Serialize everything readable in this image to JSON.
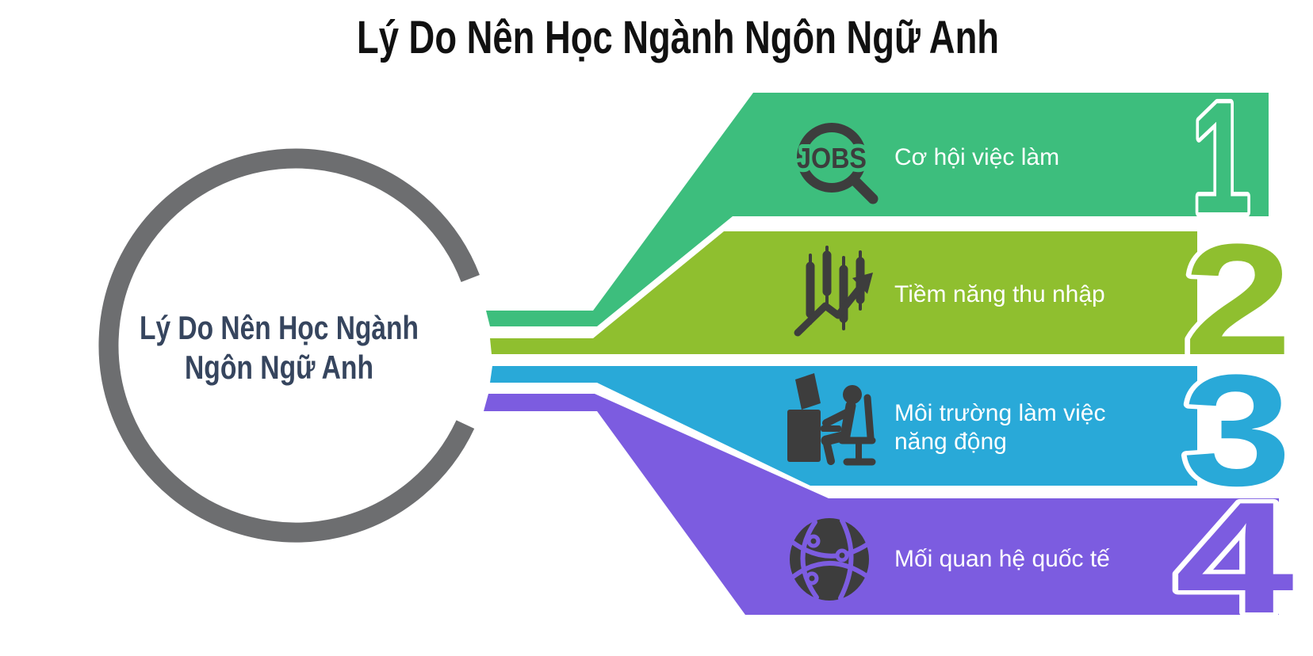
{
  "title": {
    "text": "Lý Do Nên Học Ngành Ngôn Ngữ Anh",
    "color": "#111111"
  },
  "center": {
    "line1": "Lý Do Nên Học Ngành",
    "line2": "Ngôn Ngữ Anh",
    "text_color": "#36455e",
    "ring_color": "#6d6e70"
  },
  "items": [
    {
      "number": "1",
      "label": "Cơ hội việc làm",
      "color": "#3dbe7d",
      "icon": "jobs-search-icon"
    },
    {
      "number": "2",
      "label": "Tiềm năng thu nhập",
      "color": "#8fbf2f",
      "icon": "income-growth-icon"
    },
    {
      "number": "3",
      "label": "Môi trường làm việc",
      "label_line2": "năng động",
      "color": "#29a9d8",
      "icon": "dynamic-workspace-icon"
    },
    {
      "number": "4",
      "label": "Mối quan hệ quốc tế",
      "color": "#7c5ce0",
      "icon": "global-network-icon"
    }
  ],
  "icon_color": "#3d3d3d",
  "background": "#ffffff",
  "jobs_badge_text": "JOBS"
}
